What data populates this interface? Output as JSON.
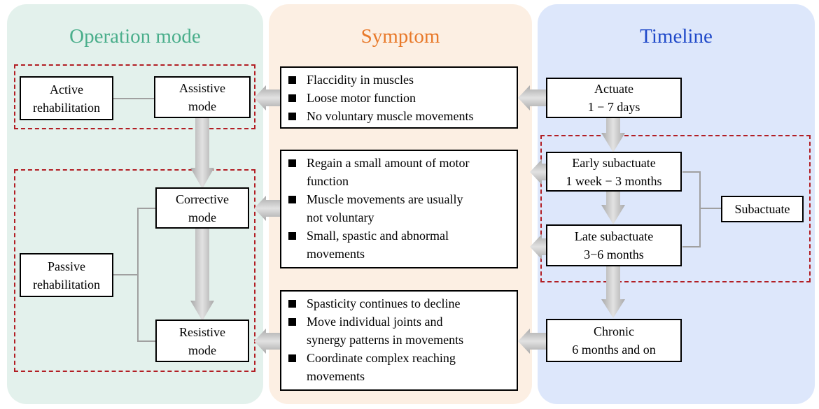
{
  "columns": {
    "operation_mode": "Operation mode",
    "symptom": "Symptom",
    "timeline": "Timeline"
  },
  "operation": {
    "active_rehab": [
      "Active",
      "rehabilitation"
    ],
    "assistive": [
      "Assistive",
      "mode"
    ],
    "corrective": [
      "Corrective",
      "mode"
    ],
    "resistive": [
      "Resistive",
      "mode"
    ],
    "passive_rehab": [
      "Passive",
      "rehabilitation"
    ]
  },
  "symptoms": [
    {
      "items": [
        [
          "Flaccidity in muscles"
        ],
        [
          "Loose motor function"
        ],
        [
          "No voluntary muscle movements"
        ]
      ]
    },
    {
      "items": [
        [
          "Regain a small amount of motor",
          "function"
        ],
        [
          "Muscle movements are usually",
          "not voluntary"
        ],
        [
          "Small, spastic and abnormal",
          "movements"
        ]
      ]
    },
    {
      "items": [
        [
          "Spasticity continues to decline"
        ],
        [
          "Move individual joints and",
          "synergy patterns in movements"
        ],
        [
          "Coordinate complex reaching",
          "movements"
        ]
      ]
    }
  ],
  "timeline": {
    "actuate": [
      "Actuate",
      "1 − 7 days"
    ],
    "early_subactuate": [
      "Early subactuate",
      "1 week − 3 months"
    ],
    "late_subactuate": [
      "Late subactuate",
      "3−6 months"
    ],
    "chronic": [
      "Chronic",
      "6 months and on"
    ],
    "subactuate": "Subactuate"
  },
  "colors": {
    "operation_panel": "#e3f1ec",
    "symptom_panel": "#fcefe3",
    "timeline_panel": "#dde7fb",
    "operation_title": "#4aae8b",
    "symptom_title": "#e8792a",
    "timeline_title": "#1f49c9",
    "dashed_group": "#b21e24",
    "arrow": "#9a9a9a"
  }
}
